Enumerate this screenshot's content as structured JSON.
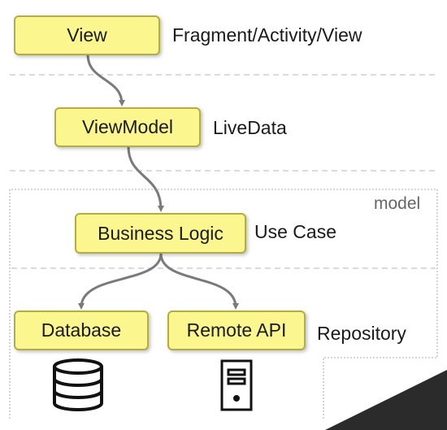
{
  "layers": {
    "view": {
      "box": "View",
      "label": "Fragment/Activity/View"
    },
    "viewmodel": {
      "box": "ViewModel",
      "label": "LiveData"
    },
    "business": {
      "box": "Business Logic",
      "label": "Use Case"
    },
    "database": {
      "box": "Database"
    },
    "remote": {
      "box": "Remote API"
    },
    "repository_label": "Repository"
  },
  "model_region_label": "model",
  "icons": [
    "database-icon",
    "server-icon"
  ],
  "colors": {
    "box_fill": "#fbf68e",
    "box_border": "#b3ad44",
    "arrow": "#7a7a7a",
    "divider": "#cfcfcf"
  }
}
